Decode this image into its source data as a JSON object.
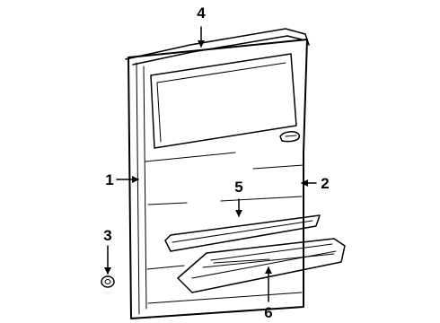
{
  "diagram": {
    "colors": {
      "ink": "#000000",
      "background": "#ffffff"
    },
    "callouts": [
      {
        "id": "1",
        "label": "1"
      },
      {
        "id": "2",
        "label": "2"
      },
      {
        "id": "3",
        "label": "3"
      },
      {
        "id": "4",
        "label": "4"
      },
      {
        "id": "5",
        "label": "5"
      },
      {
        "id": "6",
        "label": "6"
      }
    ]
  }
}
